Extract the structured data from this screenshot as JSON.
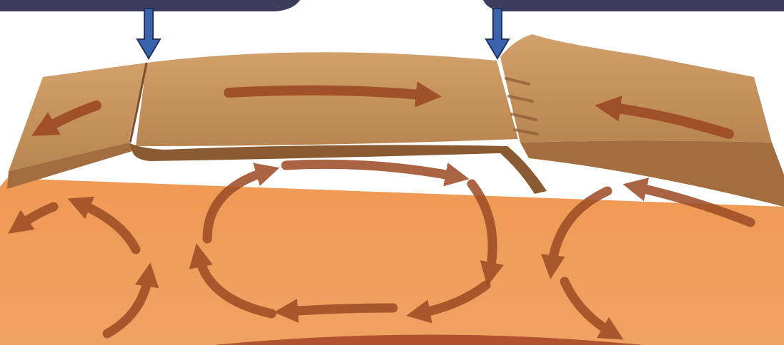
{
  "diagram": {
    "colors": {
      "background": "#ffffff",
      "header_bars": "#3c3c5c",
      "mantle": "#ef9a55",
      "mantle_light": "#f3a967",
      "crust_top": "#c9955c",
      "crust_highlight": "#d9ac78",
      "crust_shadow": "#8a5a32",
      "crust_side": "#a36d3f",
      "core_edge": "#b0522e",
      "flow_arrow": "#9c4a24",
      "marker_arrow": "#3b63ad",
      "marker_outline": "#1d3560"
    },
    "markers": [
      {
        "name": "divergent-boundary-marker-arrow",
        "icon": "down-arrow-icon"
      },
      {
        "name": "convergent-boundary-marker-arrow",
        "icon": "down-arrow-icon"
      }
    ],
    "plate_motion_arrows": [
      {
        "name": "left-plate-arrow",
        "direction": "left"
      },
      {
        "name": "middle-plate-arrow",
        "direction": "right"
      },
      {
        "name": "right-plate-arrow",
        "direction": "left"
      }
    ],
    "convection_cells": [
      {
        "name": "left-convection-cell",
        "rotation": "counterclockwise"
      },
      {
        "name": "center-convection-cell",
        "rotation": "clockwise"
      },
      {
        "name": "right-convection-cell",
        "rotation": "counterclockwise"
      }
    ]
  }
}
